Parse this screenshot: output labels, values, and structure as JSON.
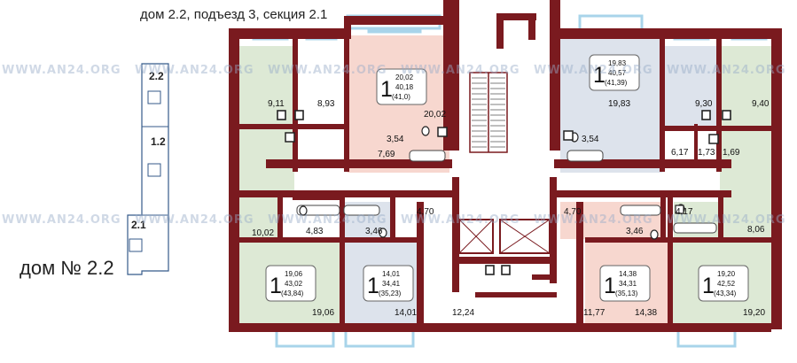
{
  "title": "дом 2.2, подъезд 3, секция 2.1",
  "house_label": "дом № 2.2",
  "watermark": "WWW.AN24.ORG",
  "colors": {
    "wall": "#7a1a1f",
    "green": "#dde9d5",
    "pink": "#f7d7cf",
    "blue": "#dde3ec",
    "window": "#a8d4ea"
  },
  "mini_plan": {
    "sections": [
      {
        "label": "2.2"
      },
      {
        "label": "1.2"
      },
      {
        "label": "2.1"
      }
    ]
  },
  "apartments": [
    {
      "rooms": "1",
      "living": "20,02",
      "total": "40,18",
      "total_full": "(41,0)"
    },
    {
      "rooms": "1",
      "living": "19,83",
      "total": "40,57",
      "total_full": "(41,39)"
    },
    {
      "rooms": "1",
      "living": "19,06",
      "total": "43,02",
      "total_full": "(43,84)"
    },
    {
      "rooms": "1",
      "living": "14,01",
      "total": "34,41",
      "total_full": "(35,23)"
    },
    {
      "rooms": "1",
      "living": "14,38",
      "total": "34,31",
      "total_full": "(35,13)"
    },
    {
      "rooms": "1",
      "living": "19,20",
      "total": "42,52",
      "total_full": "(43,34)"
    }
  ],
  "areas": [
    "9,11",
    "8,93",
    "20,02",
    "7,69",
    "3,54",
    "19,83",
    "9,30",
    "9,40",
    "3,54",
    "6,17",
    "1,73",
    "1,69",
    "4,70",
    "4,70",
    "4,17",
    "10,02",
    "4,83",
    "3,46",
    "3,46",
    "8,06",
    "19,06",
    "14,01",
    "12,24",
    "11,77",
    "14,38",
    "19,20"
  ]
}
